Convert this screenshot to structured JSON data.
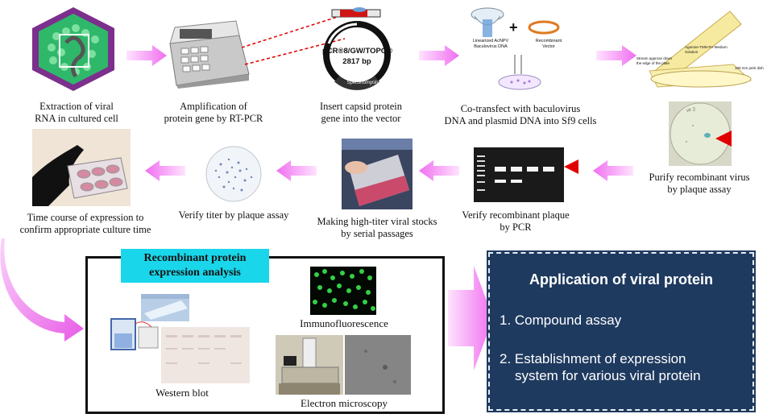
{
  "workflow": {
    "steps": [
      {
        "caption_l1": "Extraction of  viral",
        "caption_l2": "RNA in cultured cell"
      },
      {
        "caption_l1": "Amplification of",
        "caption_l2": "protein gene by  RT-PCR"
      },
      {
        "caption_l1": "Insert capsid protein",
        "caption_l2": "gene into the vector"
      },
      {
        "caption_l1": "Co-transfect with baculovirus",
        "caption_l2": "DNA  and plasmid DNA into Sf9 cells"
      },
      {
        "caption_l1": "Purify recombinant virus",
        "caption_l2": "by plaque assay"
      },
      {
        "caption_l1": "Verify recombinant plaque",
        "caption_l2": "by PCR"
      },
      {
        "caption_l1": "Making high-titer  viral stocks",
        "caption_l2": "by serial passages"
      },
      {
        "caption_l1": "Verify titer by plaque assay",
        "caption_l2": ""
      },
      {
        "caption_l1": "Time course of expression to",
        "caption_l2": "confirm appropriate culture time"
      }
    ],
    "vector": {
      "name": "pCR®8/GW/TOPO®",
      "size": "2817 bp",
      "marker": "Spectinomycin"
    },
    "cotransfect_labels": {
      "left": "Linearized AcNPV Baculovirus DNA",
      "plus": "+",
      "right": "Recombinant Vector"
    },
    "tube_labels": {
      "t1": "Agarose-TMN-FH Medium Solution",
      "t2": "Stream agarose down the edge of the plate",
      "t3": "100 mm petri dish"
    },
    "plate_label": "vir 2"
  },
  "analysis": {
    "title_l1": "Recombinant protein",
    "title_l2": "expression analysis",
    "western": "Western blot",
    "immuno": "Immunofluorescence",
    "em": "Electron microscopy"
  },
  "application": {
    "title": "Application of viral protein",
    "item1": "1. Compound assay",
    "item2_l1": "2. Establishment of expression",
    "item2_l2": "system for various viral protein"
  },
  "colors": {
    "arrow": "#f06ef0",
    "analysis_title_bg": "#19d6ea",
    "application_bg": "#1f3a5f",
    "gel_bg": "#1a1a1a",
    "marker_red": "#e00000"
  }
}
